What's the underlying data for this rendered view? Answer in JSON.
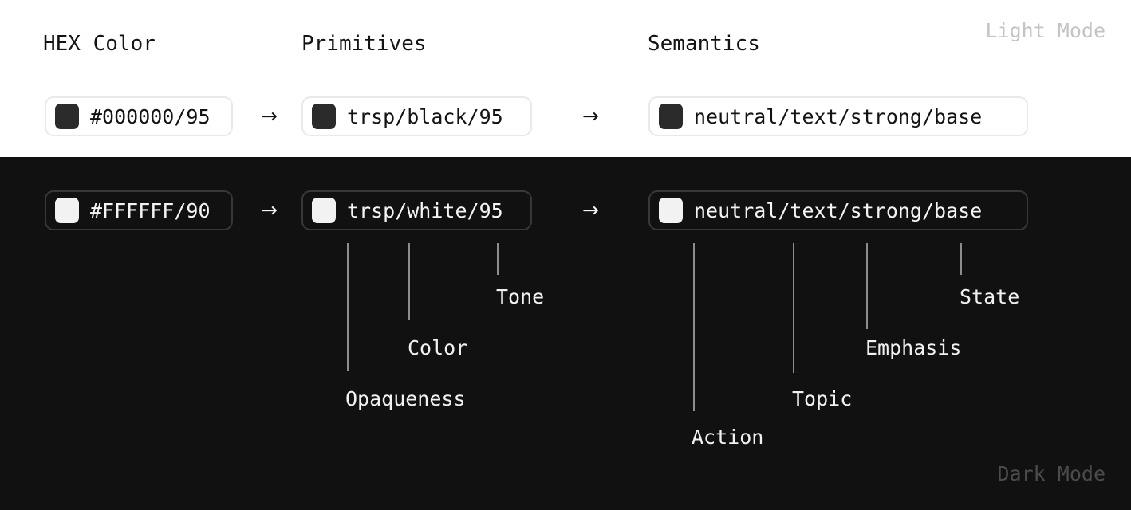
{
  "columns": {
    "hex": "HEX Color",
    "primitives": "Primitives",
    "semantics": "Semantics"
  },
  "modes": {
    "light": "Light Mode",
    "dark": "Dark Mode"
  },
  "arrow_glyph": "→",
  "rows": [
    {
      "mode": "light",
      "swatch_color": "#2b2b2b",
      "hex": "#000000/95",
      "primitive": "trsp/black/95",
      "semantic": "neutral/text/strong/base"
    },
    {
      "mode": "dark",
      "swatch_color": "#f2f2f2",
      "hex": "#FFFFFF/90",
      "primitive": "trsp/white/95",
      "semantic": "neutral/text/strong/base"
    }
  ],
  "annotations": {
    "primitives": [
      {
        "label": "Tone"
      },
      {
        "label": "Color"
      },
      {
        "label": "Opaqueness"
      }
    ],
    "semantics": [
      {
        "label": "State"
      },
      {
        "label": "Emphasis"
      },
      {
        "label": "Topic"
      },
      {
        "label": "Action"
      }
    ]
  },
  "palette": {
    "light_background": "#ffffff",
    "dark_background": "#111112",
    "light_text": "#131313",
    "dark_text": "#f4f4f4",
    "muted_light": "#c4c4c4",
    "muted_dark": "#4b4b4b",
    "leader_line": "#8d8d90"
  }
}
